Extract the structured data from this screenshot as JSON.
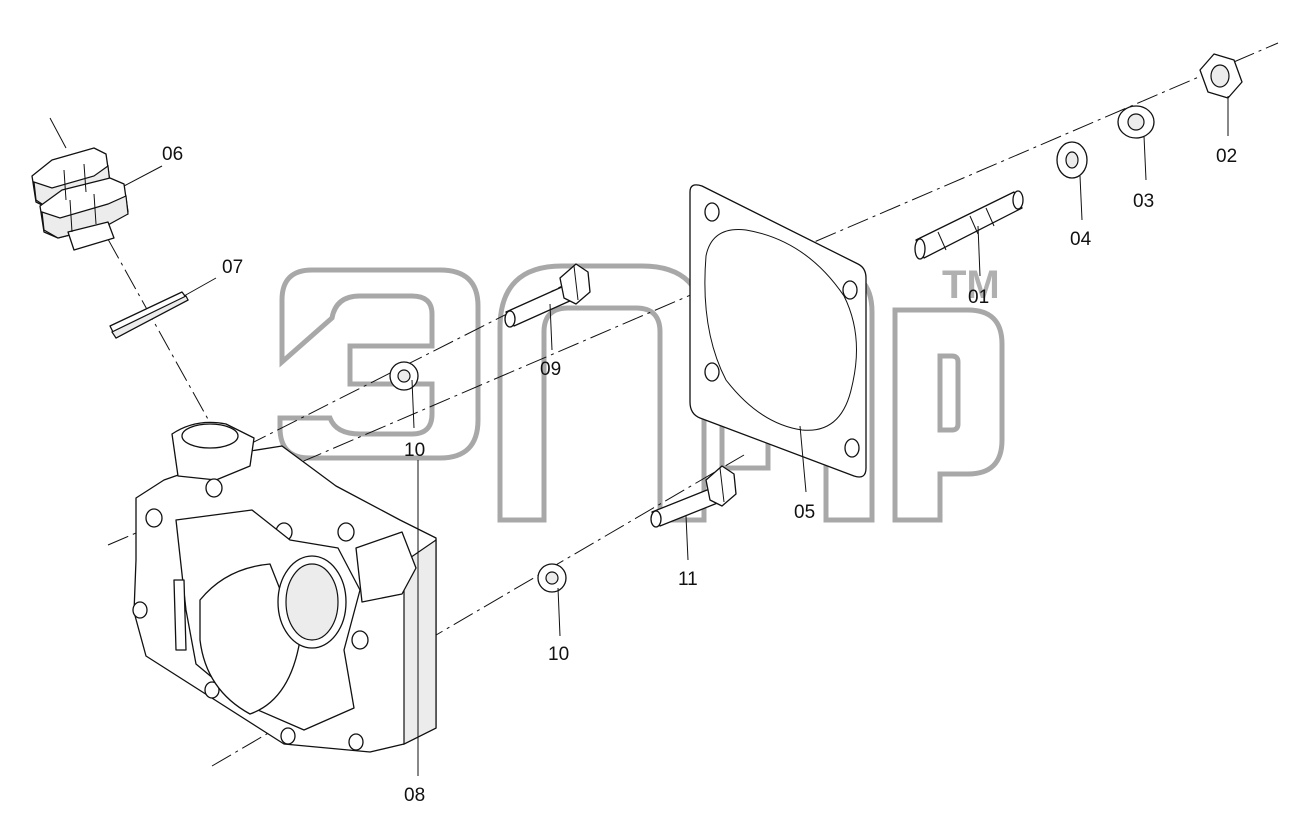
{
  "watermark": {
    "trademark": "TM"
  },
  "parts": [
    {
      "id": "01",
      "label": "01"
    },
    {
      "id": "02",
      "label": "02"
    },
    {
      "id": "03",
      "label": "03"
    },
    {
      "id": "04",
      "label": "04"
    },
    {
      "id": "05",
      "label": "05"
    },
    {
      "id": "06",
      "label": "06"
    },
    {
      "id": "07",
      "label": "07"
    },
    {
      "id": "08",
      "label": "08"
    },
    {
      "id": "09",
      "label": "09"
    },
    {
      "id": "10a",
      "label": "10"
    },
    {
      "id": "10b",
      "label": "10"
    },
    {
      "id": "11",
      "label": "11"
    }
  ]
}
